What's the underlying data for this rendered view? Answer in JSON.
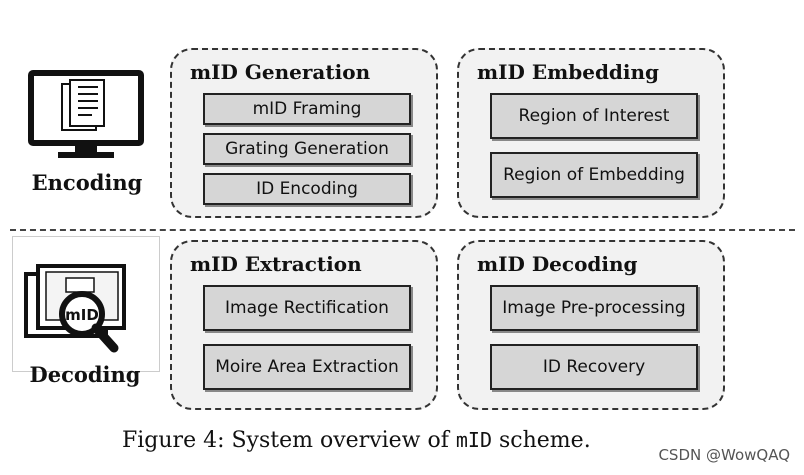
{
  "encoding": {
    "label": "Encoding",
    "icon": "monitor-document-icon",
    "generation": {
      "title": "mID Generation",
      "items": [
        "mID Framing",
        "Grating Generation",
        "ID Encoding"
      ]
    },
    "embedding": {
      "title": "mID Embedding",
      "items": [
        "Region of Interest",
        "Region of Embedding"
      ]
    }
  },
  "decoding": {
    "label": "Decoding",
    "icon": "magnifier-mid-icon",
    "icon_text": "mID",
    "extraction": {
      "title": "mID Extraction",
      "items": [
        "Image Rectification",
        "Moire Area Extraction"
      ]
    },
    "decoding_group": {
      "title": "mID Decoding",
      "items": [
        "Image Pre-processing",
        "ID Recovery"
      ]
    }
  },
  "caption": {
    "prefix": "Figure 4: System overview of ",
    "code": "mID",
    "suffix": " scheme."
  },
  "watermark": "CSDN @WowQAQ"
}
